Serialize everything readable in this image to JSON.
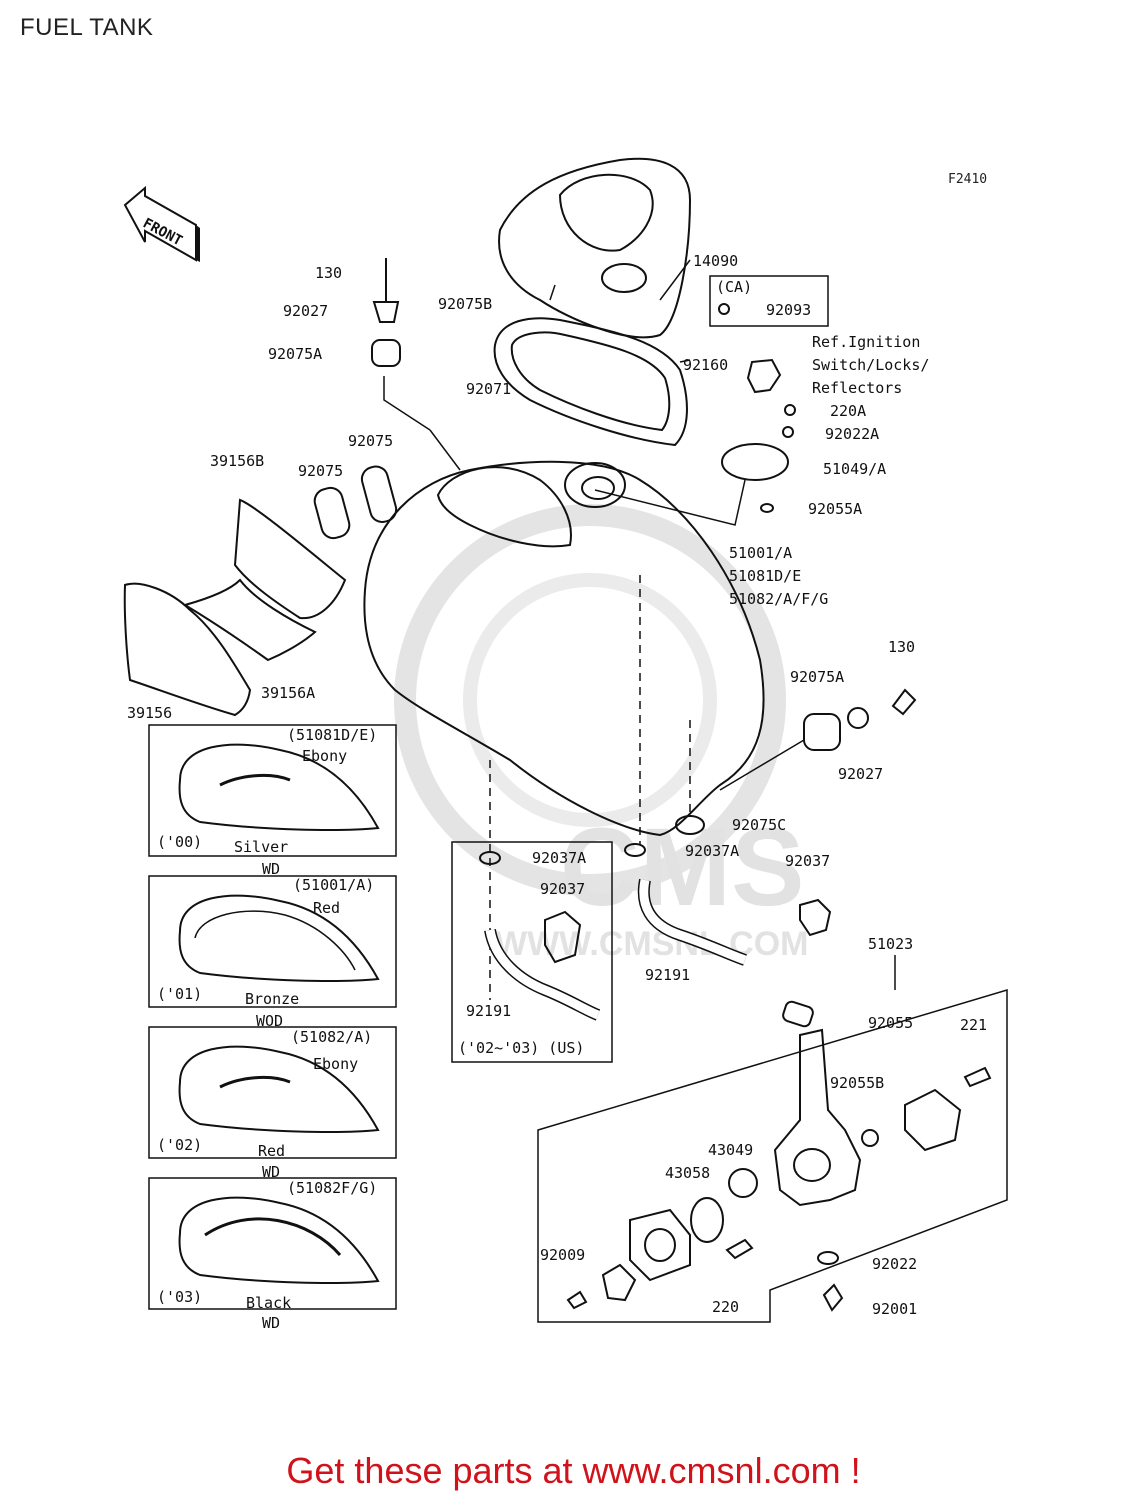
{
  "page_title": "FUEL TANK",
  "figure_code": "F2410",
  "front_label": "FRONT",
  "watermark": {
    "brand": "CMS",
    "url": "WWW.CMSNL.COM"
  },
  "parts": {
    "p14090": "14090",
    "p130_top": "130",
    "p92027_top": "92027",
    "p92075B": "92075B",
    "p92075A_top": "92075A",
    "p92071": "92071",
    "p92160": "92160",
    "ca": "(CA)",
    "p92093": "92093",
    "ref1": "Ref.Ignition",
    "ref2": "Switch/Locks/",
    "ref3": "Reflectors",
    "p220A": "220A",
    "p92022A": "92022A",
    "p51049A": "51049/A",
    "p92055A": "92055A",
    "p39156B": "39156B",
    "p92075_1": "92075",
    "p92075_2": "92075",
    "p51001A": "51001/A",
    "p51081DE": "51081D/E",
    "p51082AFG": "51082/A/F/G",
    "p39156A": "39156A",
    "p39156": "39156",
    "p130_right": "130",
    "p92075A_right": "92075A",
    "p92027_right": "92027",
    "p92075C": "92075C",
    "p92037A_1": "92037A",
    "p92037A_2": "92037A",
    "p92037_box": "92037",
    "p92037_right": "92037",
    "p92191_box": "92191",
    "p92191_right": "92191",
    "us_note": "('02~'03) (US)",
    "p51023": "51023",
    "p92055": "92055",
    "p221": "221",
    "p92055B": "92055B",
    "p43049": "43049",
    "p43058": "43058",
    "p92009": "92009",
    "p220": "220",
    "p92022": "92022",
    "p92001": "92001"
  },
  "variants": [
    {
      "code": "(51081D/E)",
      "color": "Ebony",
      "year": "('00)",
      "bottom_color": "Silver",
      "tag": "WD"
    },
    {
      "code": "(51001/A)",
      "color": "Red",
      "year": "('01)",
      "bottom_color": "Bronze",
      "tag": "WOD"
    },
    {
      "code": "(51082/A)",
      "color": "Ebony",
      "year": "('02)",
      "bottom_color": "Red",
      "tag": "WD"
    },
    {
      "code": "(51082F/G)",
      "color": "",
      "year": "('03)",
      "bottom_color": "Black",
      "tag": "WD"
    }
  ],
  "promo": {
    "prefix": "Get these parts at ",
    "link": "www.cmsnl.com",
    "suffix": " !"
  },
  "colors": {
    "promo_red": "#d0121b",
    "line": "#111111",
    "watermark": "#e2e2e2"
  }
}
